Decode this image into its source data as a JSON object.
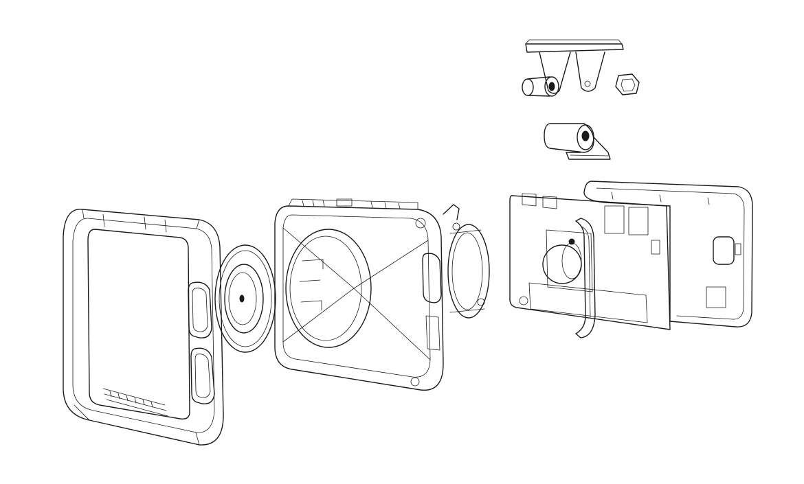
{
  "diagram": {
    "kind": "exploded-view",
    "line_color": "#1a1a1a",
    "background": "#ffffff",
    "parts": [
      {
        "id": "front-bezel"
      },
      {
        "id": "lens-ring"
      },
      {
        "id": "main-housing"
      },
      {
        "id": "lens-mount"
      },
      {
        "id": "circuit-board"
      },
      {
        "id": "side-clip"
      },
      {
        "id": "rear-cover"
      },
      {
        "id": "mount-bracket"
      },
      {
        "id": "mount-screw"
      },
      {
        "id": "mount-nut"
      },
      {
        "id": "hinge-mount"
      }
    ]
  }
}
